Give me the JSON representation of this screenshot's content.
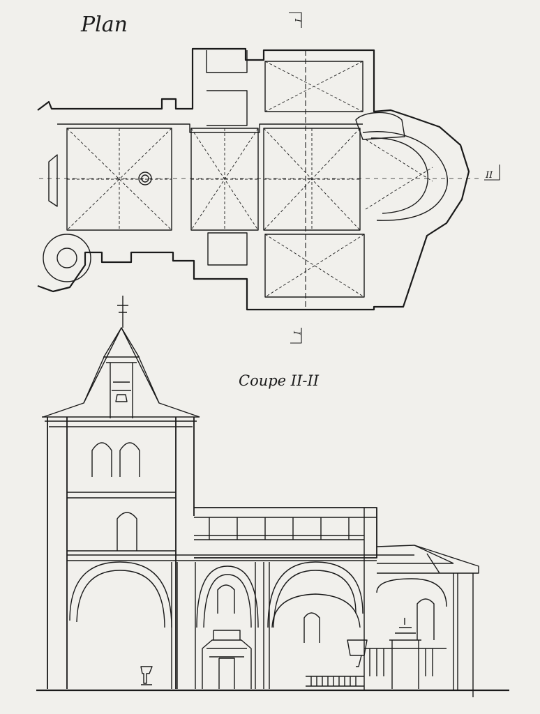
{
  "titles": {
    "plan": "Plan",
    "section": "Coupe II-II"
  },
  "section_marks": {
    "top": "I",
    "bottom": "I",
    "right": "II"
  }
}
